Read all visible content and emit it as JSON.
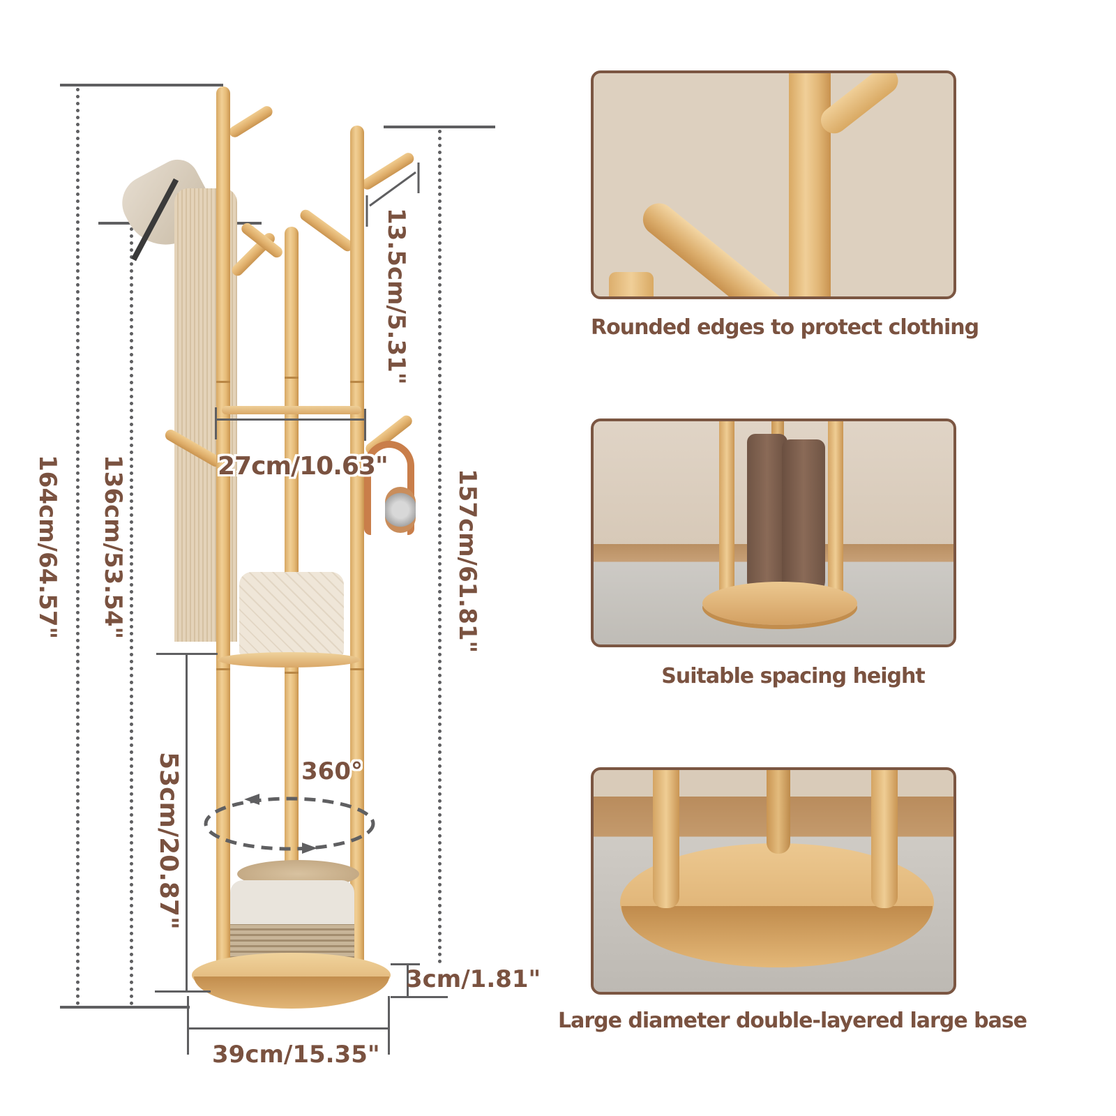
{
  "dimensions": {
    "total_height": "164cm/64.57\"",
    "hook_height": "136cm/53.54\"",
    "side_pole_height": "157cm/61.81\"",
    "hook_length": "13.5cm/5.31\"",
    "frame_width": "27cm/10.63\"",
    "lower_tier_height": "53cm/20.87\"",
    "rotation": "360°",
    "base_thickness": "3cm/1.81\"",
    "base_diameter": "39cm/15.35\""
  },
  "features": [
    {
      "caption": "Rounded edges to protect clothing",
      "image": "close-up of rounded wooden hook"
    },
    {
      "caption": "Suitable spacing height",
      "image": "brown knee-high boots on rack base"
    },
    {
      "caption": "Large diameter double-layered large base",
      "image": "close-up of double-layered round wooden base"
    }
  ],
  "colors": {
    "label_brown": "#7a5240",
    "panel_border": "#7b5642",
    "dimension_line": "#5f5f61",
    "wood": "#e6bb78"
  }
}
